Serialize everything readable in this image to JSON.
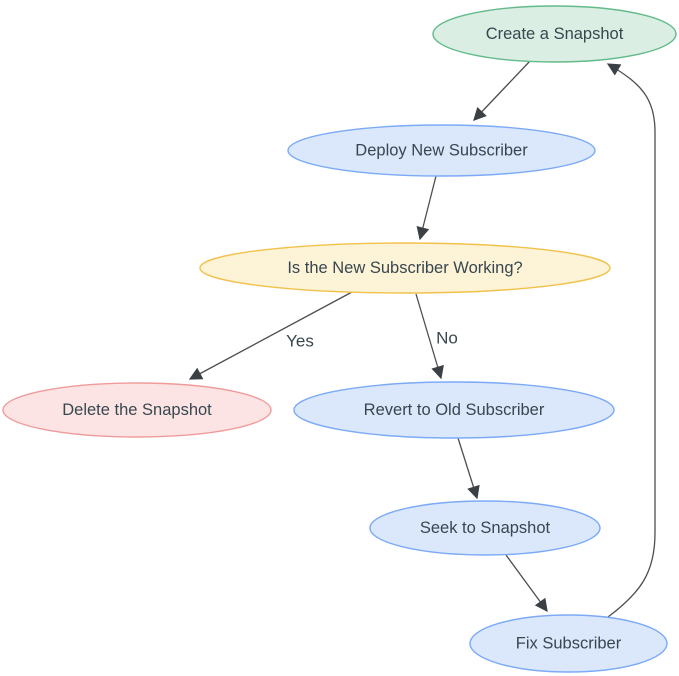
{
  "diagram": {
    "type": "flowchart",
    "background": "#ffffff",
    "nodes": [
      {
        "id": "create-snapshot",
        "label": "Create a Snapshot",
        "fill": "#daeee3",
        "stroke": "#63ba8b"
      },
      {
        "id": "deploy-new-subscriber",
        "label": "Deploy New Subscriber",
        "fill": "#dbe8fb",
        "stroke": "#7caaf7"
      },
      {
        "id": "is-new-subscriber-working",
        "label": "Is the New Subscriber Working?",
        "fill": "#fdf3d7",
        "stroke": "#f2c14b"
      },
      {
        "id": "delete-the-snapshot",
        "label": "Delete the Snapshot",
        "fill": "#fce4e4",
        "stroke": "#f09b9b"
      },
      {
        "id": "revert-to-old-subscriber",
        "label": "Revert to Old Subscriber",
        "fill": "#dbe8fb",
        "stroke": "#7caaf7"
      },
      {
        "id": "seek-to-snapshot",
        "label": "Seek to Snapshot",
        "fill": "#dbe8fb",
        "stroke": "#7caaf7"
      },
      {
        "id": "fix-subscriber",
        "label": "Fix Subscriber",
        "fill": "#dbe8fb",
        "stroke": "#7caaf7"
      }
    ],
    "edges": [
      {
        "from": "create-snapshot",
        "to": "deploy-new-subscriber",
        "label": ""
      },
      {
        "from": "deploy-new-subscriber",
        "to": "is-new-subscriber-working",
        "label": ""
      },
      {
        "from": "is-new-subscriber-working",
        "to": "delete-the-snapshot",
        "label": "Yes"
      },
      {
        "from": "is-new-subscriber-working",
        "to": "revert-to-old-subscriber",
        "label": "No"
      },
      {
        "from": "revert-to-old-subscriber",
        "to": "seek-to-snapshot",
        "label": ""
      },
      {
        "from": "seek-to-snapshot",
        "to": "fix-subscriber",
        "label": ""
      },
      {
        "from": "fix-subscriber",
        "to": "create-snapshot",
        "label": ""
      }
    ],
    "colors": {
      "edge_line": "#4c4f52",
      "arrowhead": "#3b4045",
      "text": "#37474f"
    }
  }
}
